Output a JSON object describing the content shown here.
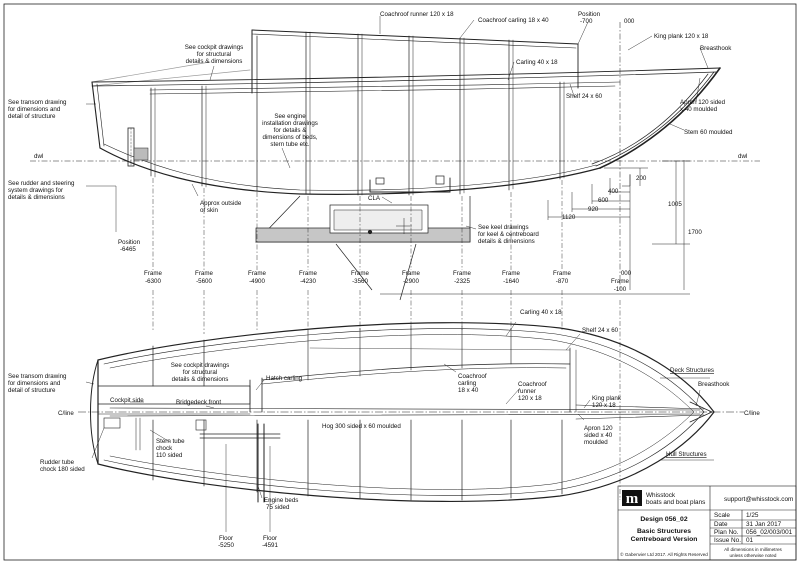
{
  "profile": {
    "notes": {
      "coachroof_runner": "Coachroof runner 120 x 18",
      "coachroof_carling": "Coachroof carling 18 x 40",
      "position_700": [
        "Position",
        "-700"
      ],
      "zero_top": "000",
      "king_plank": "King plank 120 x 18",
      "breasthook": "Breasthook",
      "carling": "Carling 40 x 18",
      "shelf": "Shelf 24 x 60",
      "apron": [
        "Apron 120 sided",
        "x 40 moulded"
      ],
      "stem": "Stem 60 moulded",
      "cockpit": [
        "See cockpit drawings",
        "for structural",
        "details & dimensions"
      ],
      "transom": [
        "See transom drawing",
        "for dimensions and",
        "detail of structure"
      ],
      "engine": [
        "See engine",
        "installation drawings",
        "for details &",
        "dimensions of beds,",
        "stern tube etc."
      ],
      "rudder": [
        "See rudder and steering",
        "system drawings for",
        "details & dimensions"
      ],
      "skin": [
        "Approx outside",
        "of skin"
      ],
      "cla": "CLA",
      "keel": [
        "See keel drawings",
        "for keel & centreboard",
        "details & dimensions"
      ],
      "position_6465": [
        "Position",
        "-6465"
      ],
      "dwl": "dwl"
    },
    "dims": {
      "d200": "200",
      "d400": "400",
      "d600": "600",
      "d920": "920",
      "d1120": "1120",
      "d1005": "1005",
      "d1700": "1700"
    }
  },
  "frames": [
    {
      "name": "Frame",
      "pos": "-6300"
    },
    {
      "name": "Frame",
      "pos": "-5600"
    },
    {
      "name": "Frame",
      "pos": "-4900"
    },
    {
      "name": "Frame",
      "pos": "-4230"
    },
    {
      "name": "Frame",
      "pos": "-3560"
    },
    {
      "name": "Frame",
      "pos": "-2900"
    },
    {
      "name": "Frame",
      "pos": "-2325"
    },
    {
      "name": "Frame",
      "pos": "-1640"
    },
    {
      "name": "Frame",
      "pos": "-870"
    },
    {
      "name": "Frame",
      "pos": "-100"
    }
  ],
  "frame_zero": "000",
  "plan": {
    "notes": {
      "carling": "Carling 40 x 18",
      "shelf": "Shelf 24 x 60",
      "deck_structures": "Deck Structures",
      "cockpit": [
        "See cockpit drawings",
        "for structural",
        "details & dimensions"
      ],
      "transom": [
        "See transom drawing",
        "for dimensions and",
        "detail of structure"
      ],
      "hatch_carling": "Hatch carling",
      "coachroof_carling": [
        "Coachroof",
        "carling",
        "18 x 40"
      ],
      "coachroof_runner": [
        "Coachroof",
        "runner",
        "120 x 18"
      ],
      "breasthook": "Breasthook",
      "cockpit_side": "Cockpit side",
      "bridgedeck_front": "Bridgedeck front",
      "king_plank": [
        "King plank",
        "120 x 18"
      ],
      "cline_left": "C/line",
      "cline_right": "C/line",
      "hog": "Hog 300 sided x 60 moulded",
      "apron": [
        "Apron 120",
        "sided x 40",
        "moulded"
      ],
      "stern_tube": [
        "Stern tube",
        "chock",
        "110 sided"
      ],
      "rudder_tube": [
        "Rudder tube",
        "chock 180 sided"
      ],
      "engine_beds": [
        "Engine beds",
        "75 sided"
      ],
      "hull_structures": "Hull Structures",
      "floor_5250": [
        "Floor",
        "-5250"
      ],
      "floor_4591": [
        "Floor",
        "-4591"
      ]
    }
  },
  "title_block": {
    "logo_letter": "m",
    "company": "Whisstock",
    "tagline": "boats and boat plans",
    "email": "support@whisstock.com",
    "design": "Design 056_02",
    "title1": "Basic Structures",
    "title2": "Centreboard Version",
    "copyright": "© Gabenvier Ltd 2017. All Rights Reserved",
    "rows": [
      {
        "label": "Scale",
        "value": "1/25"
      },
      {
        "label": "Date",
        "value": "31 Jan 2017"
      },
      {
        "label": "Plan No.",
        "value": "056_02/003/001"
      },
      {
        "label": "Issue No.",
        "value": "01"
      }
    ],
    "note": [
      "All dimensions in millimetres",
      "unless otherwise noted"
    ]
  }
}
